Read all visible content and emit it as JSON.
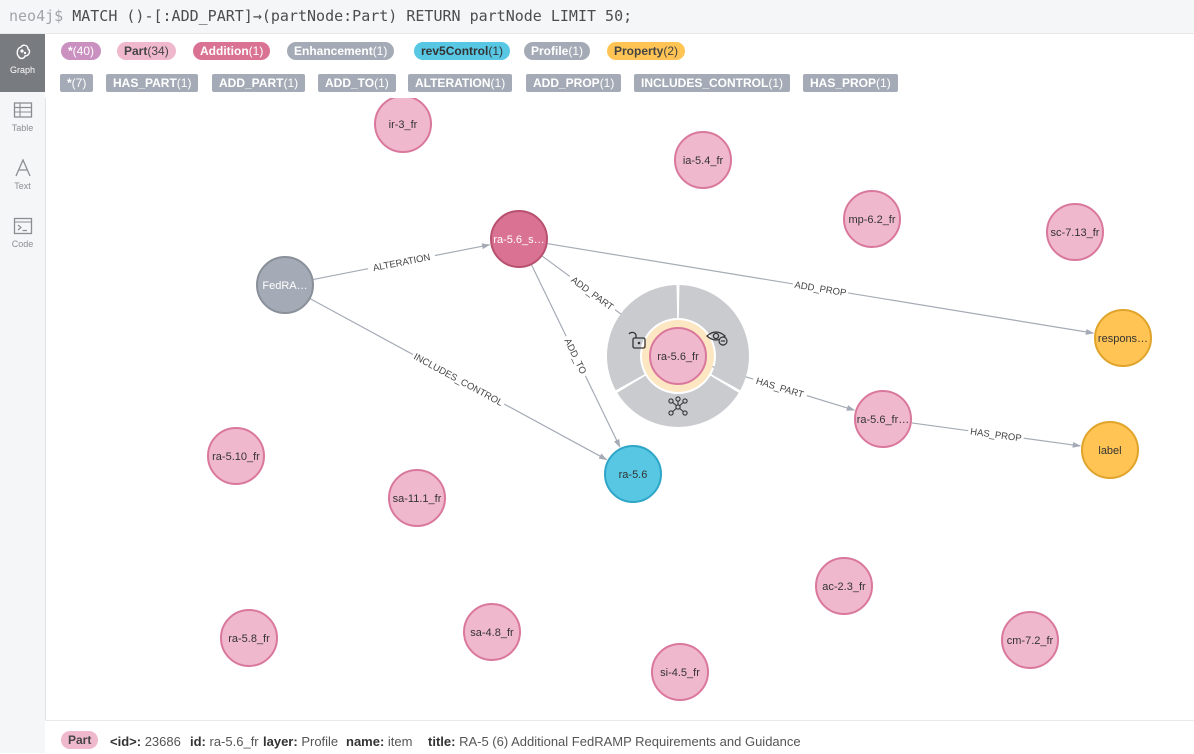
{
  "command": {
    "prompt": "neo4j$",
    "query": "MATCH ()-[:ADD_PART]→(partNode:Part) RETURN partNode LIMIT 50;"
  },
  "sidebar": {
    "items": [
      {
        "label": "Graph",
        "icon": "graph-icon",
        "active": true
      },
      {
        "label": "Table",
        "icon": "table-icon",
        "active": false
      },
      {
        "label": "Text",
        "icon": "text-icon",
        "active": false
      },
      {
        "label": "Code",
        "icon": "code-icon",
        "active": false
      }
    ]
  },
  "legend": {
    "labels": [
      {
        "name": "*",
        "count": "(40)",
        "color": "#c990c0",
        "text": "#ffffff"
      },
      {
        "name": "Part",
        "count": "(34)",
        "color": "#f0b8cc",
        "text": "#444444"
      },
      {
        "name": "Addition",
        "count": "(1)",
        "color": "#da7294",
        "text": "#ffffff"
      },
      {
        "name": "Enhancement",
        "count": "(1)",
        "color": "#a5abb6",
        "text": "#ffffff"
      },
      {
        "name": "rev5Control",
        "count": "(1)",
        "color": "#57c7e3",
        "text": "#333333"
      },
      {
        "name": "Profile",
        "count": "(1)",
        "color": "#a5abb6",
        "text": "#ffffff"
      },
      {
        "name": "Property",
        "count": "(2)",
        "color": "#ffc454",
        "text": "#444444"
      }
    ],
    "relationships": [
      {
        "name": "*",
        "count": "(7)"
      },
      {
        "name": "HAS_PART",
        "count": "(1)"
      },
      {
        "name": "ADD_PART",
        "count": "(1)"
      },
      {
        "name": "ADD_TO",
        "count": "(1)"
      },
      {
        "name": "ALTERATION",
        "count": "(1)"
      },
      {
        "name": "ADD_PROP",
        "count": "(1)"
      },
      {
        "name": "INCLUDES_CONTROL",
        "count": "(1)"
      },
      {
        "name": "HAS_PROP",
        "count": "(1)"
      }
    ]
  },
  "graph": {
    "colors": {
      "part": "#f0b8cc",
      "part_stroke": "#d9789c",
      "addition": "#da7294",
      "addition_stroke": "#b8506f",
      "enhancement": "#a5abb6",
      "enhancement_stroke": "#8a9099",
      "control": "#57c7e3",
      "control_stroke": "#2fa6c8",
      "property": "#ffc454",
      "property_stroke": "#e0a42b",
      "edge": "#a5abb6",
      "ring": "#c9cbcf",
      "halo": "#fde6c2"
    },
    "nodes": [
      {
        "id": "n_ir3",
        "label": "ir-3_fr",
        "type": "part"
      },
      {
        "id": "n_ia54",
        "label": "ia-5.4_fr",
        "type": "part"
      },
      {
        "id": "n_mp62",
        "label": "mp-6.2_fr",
        "type": "part"
      },
      {
        "id": "n_sc713",
        "label": "sc-7.13_fr",
        "type": "part"
      },
      {
        "id": "n_ra56s",
        "label": "ra-5.6_s…",
        "type": "addition"
      },
      {
        "id": "n_fedra",
        "label": "FedRA…",
        "type": "enhancement"
      },
      {
        "id": "n_ra56fr",
        "label": "ra-5.6_fr",
        "type": "part",
        "selected": true
      },
      {
        "id": "n_respons",
        "label": "respons…",
        "type": "property"
      },
      {
        "id": "n_ra56frx",
        "label": "ra-5.6_fr…",
        "type": "part"
      },
      {
        "id": "n_labelprop",
        "label": "label",
        "type": "property"
      },
      {
        "id": "n_ra510",
        "label": "ra-5.10_fr",
        "type": "part"
      },
      {
        "id": "n_sa111",
        "label": "sa-11.1_fr",
        "type": "part"
      },
      {
        "id": "n_ra56",
        "label": "ra-5.6",
        "type": "control"
      },
      {
        "id": "n_ac23",
        "label": "ac-2.3_fr",
        "type": "part"
      },
      {
        "id": "n_ra58",
        "label": "ra-5.8_fr",
        "type": "part"
      },
      {
        "id": "n_sa48",
        "label": "sa-4.8_fr",
        "type": "part"
      },
      {
        "id": "n_cm72",
        "label": "cm-7.2_fr",
        "type": "part"
      },
      {
        "id": "n_si45",
        "label": "si-4.5_fr",
        "type": "part"
      }
    ],
    "edges": [
      {
        "from": "n_fedra",
        "to": "n_ra56s",
        "label": "ALTERATION"
      },
      {
        "from": "n_fedra",
        "to": "n_ra56",
        "label": "INCLUDES_CONTROL"
      },
      {
        "from": "n_ra56s",
        "to": "n_ra56fr",
        "label": "ADD_PART"
      },
      {
        "from": "n_ra56s",
        "to": "n_ra56",
        "label": "ADD_TO"
      },
      {
        "from": "n_ra56s",
        "to": "n_respons",
        "label": "ADD_PROP"
      },
      {
        "from": "n_ra56fr",
        "to": "n_ra56frx",
        "label": "HAS_PART"
      },
      {
        "from": "n_ra56frx",
        "to": "n_labelprop",
        "label": "HAS_PROP"
      }
    ],
    "ring_icons": [
      "unlock-icon",
      "hide-icon",
      "expand-icon"
    ]
  },
  "status": {
    "label": "Part",
    "fields": [
      {
        "key": "<id>:",
        "value": "23686"
      },
      {
        "key": "id:",
        "value": "ra-5.6_fr"
      },
      {
        "key": "layer:",
        "value": "Profile"
      },
      {
        "key": "name:",
        "value": "item"
      },
      {
        "key": "title:",
        "value": "RA-5 (6) Additional FedRAMP Requirements and Guidance"
      }
    ]
  }
}
